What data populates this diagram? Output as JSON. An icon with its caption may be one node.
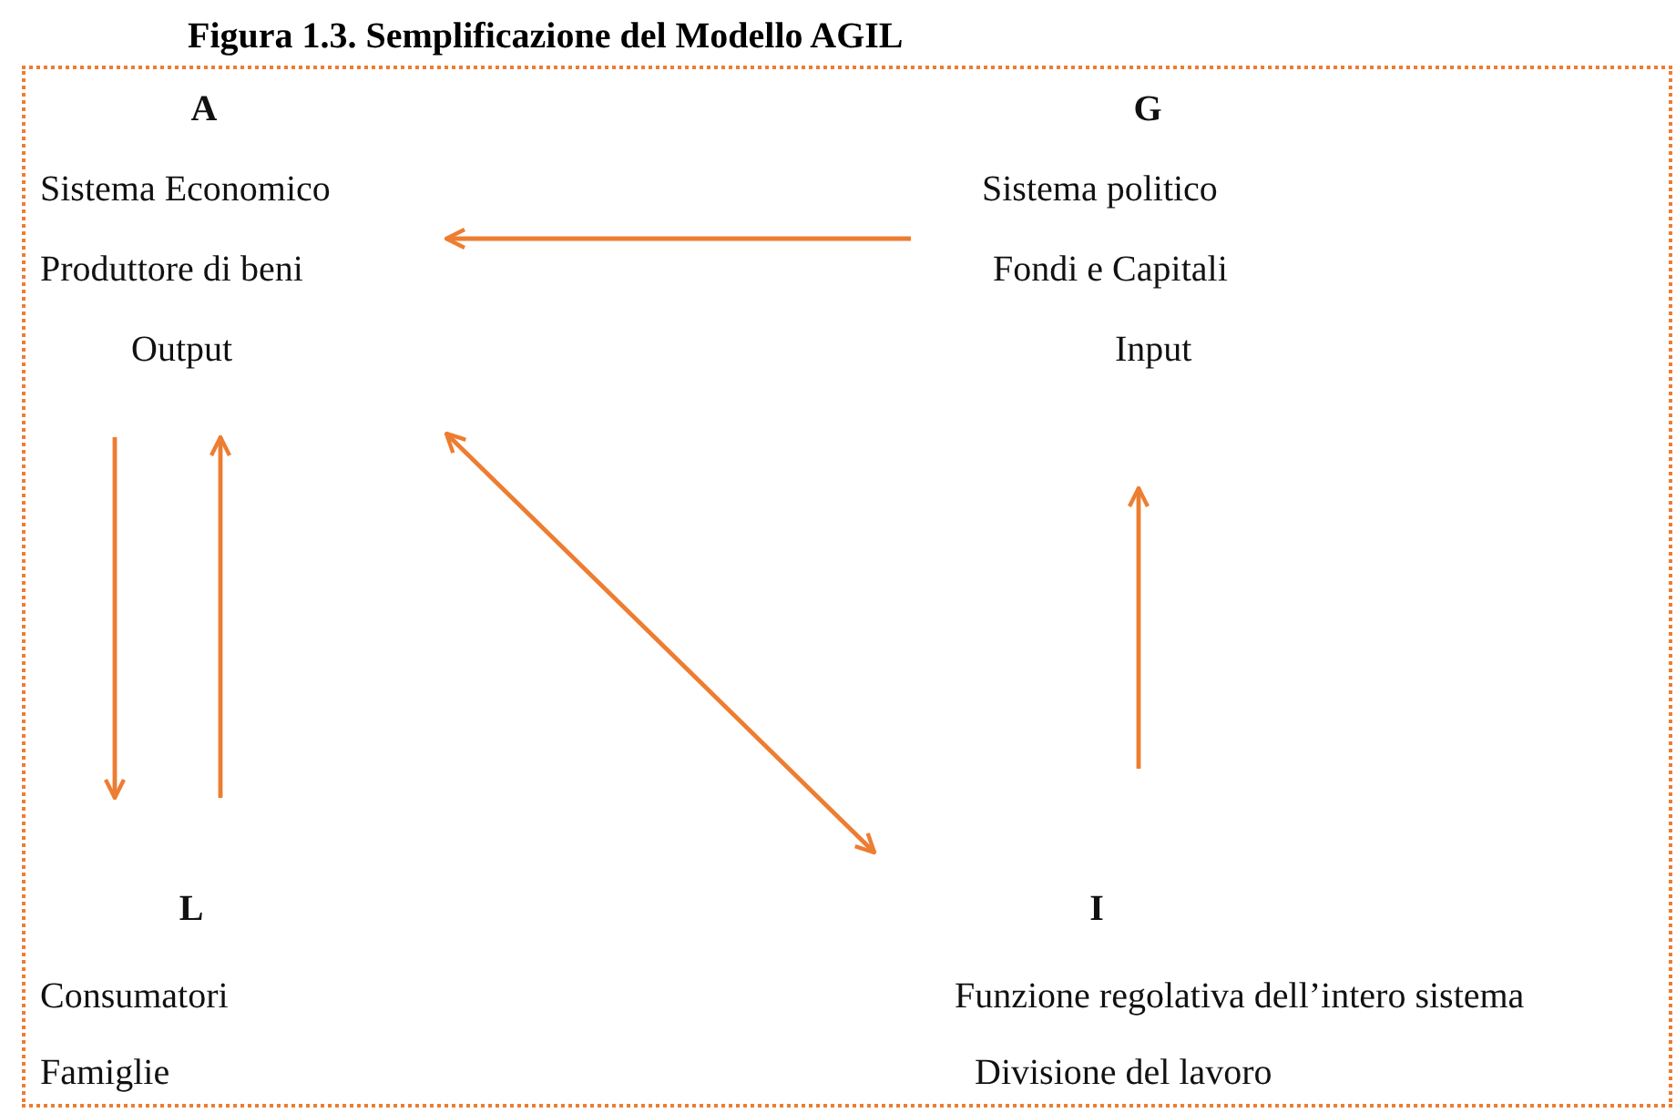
{
  "diagram": {
    "title": "Figura 1.3. Semplificazione del Modello AGIL",
    "nodes": [
      {
        "text": [],
        "shape": "box"
      },
      {
        "text": [
          "A",
          "Sistema Economico",
          "Produttore di beni",
          "Output"
        ],
        "in": 0
      },
      {
        "text": [
          "G",
          "Sistema politico",
          "Fondi e Capitali",
          "Input"
        ],
        "in": 0
      },
      {
        "text": [
          "L",
          "Consumatori",
          "Famiglie"
        ],
        "in": 0
      },
      {
        "text": [
          "I",
          "Funzione regolativa dell’intero sistema",
          "Divisione del lavoro"
        ],
        "in": 0
      }
    ],
    "edges": [
      {
        "from": 2,
        "to": 1,
        "arrow": "to"
      },
      {
        "from": 1,
        "to": 3,
        "arrow": "to"
      },
      {
        "from": 3,
        "to": 1,
        "arrow": "to"
      },
      {
        "from": 1,
        "to": 4,
        "arrow": "both"
      },
      {
        "from": 4,
        "to": 2,
        "arrow": "to"
      }
    ]
  }
}
